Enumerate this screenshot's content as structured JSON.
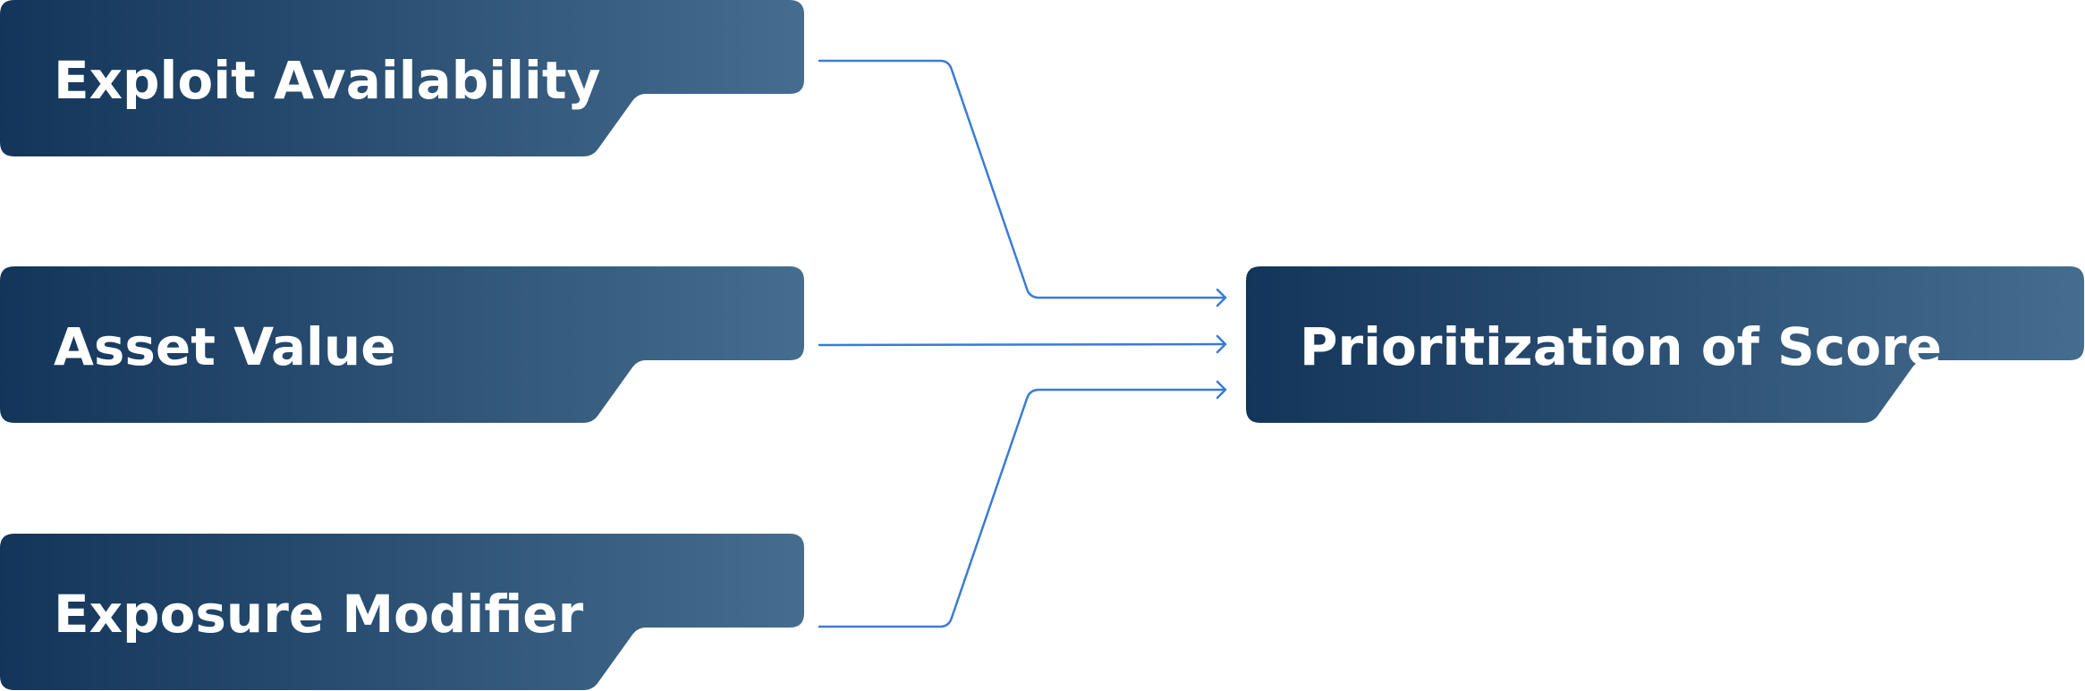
{
  "diagram": {
    "inputs": [
      {
        "label": "Exploit Availability"
      },
      {
        "label": "Asset Value"
      },
      {
        "label": "Exposure Modifier"
      }
    ],
    "output": {
      "label": "Prioritization of Score"
    }
  },
  "colors": {
    "box_gradient_start": "#13355a",
    "box_gradient_end": "#456d8f",
    "box_text": "#ffffff",
    "connector": "#3a7bd5"
  },
  "icons": {
    "connector_arrowhead": "chevron-right-icon"
  }
}
